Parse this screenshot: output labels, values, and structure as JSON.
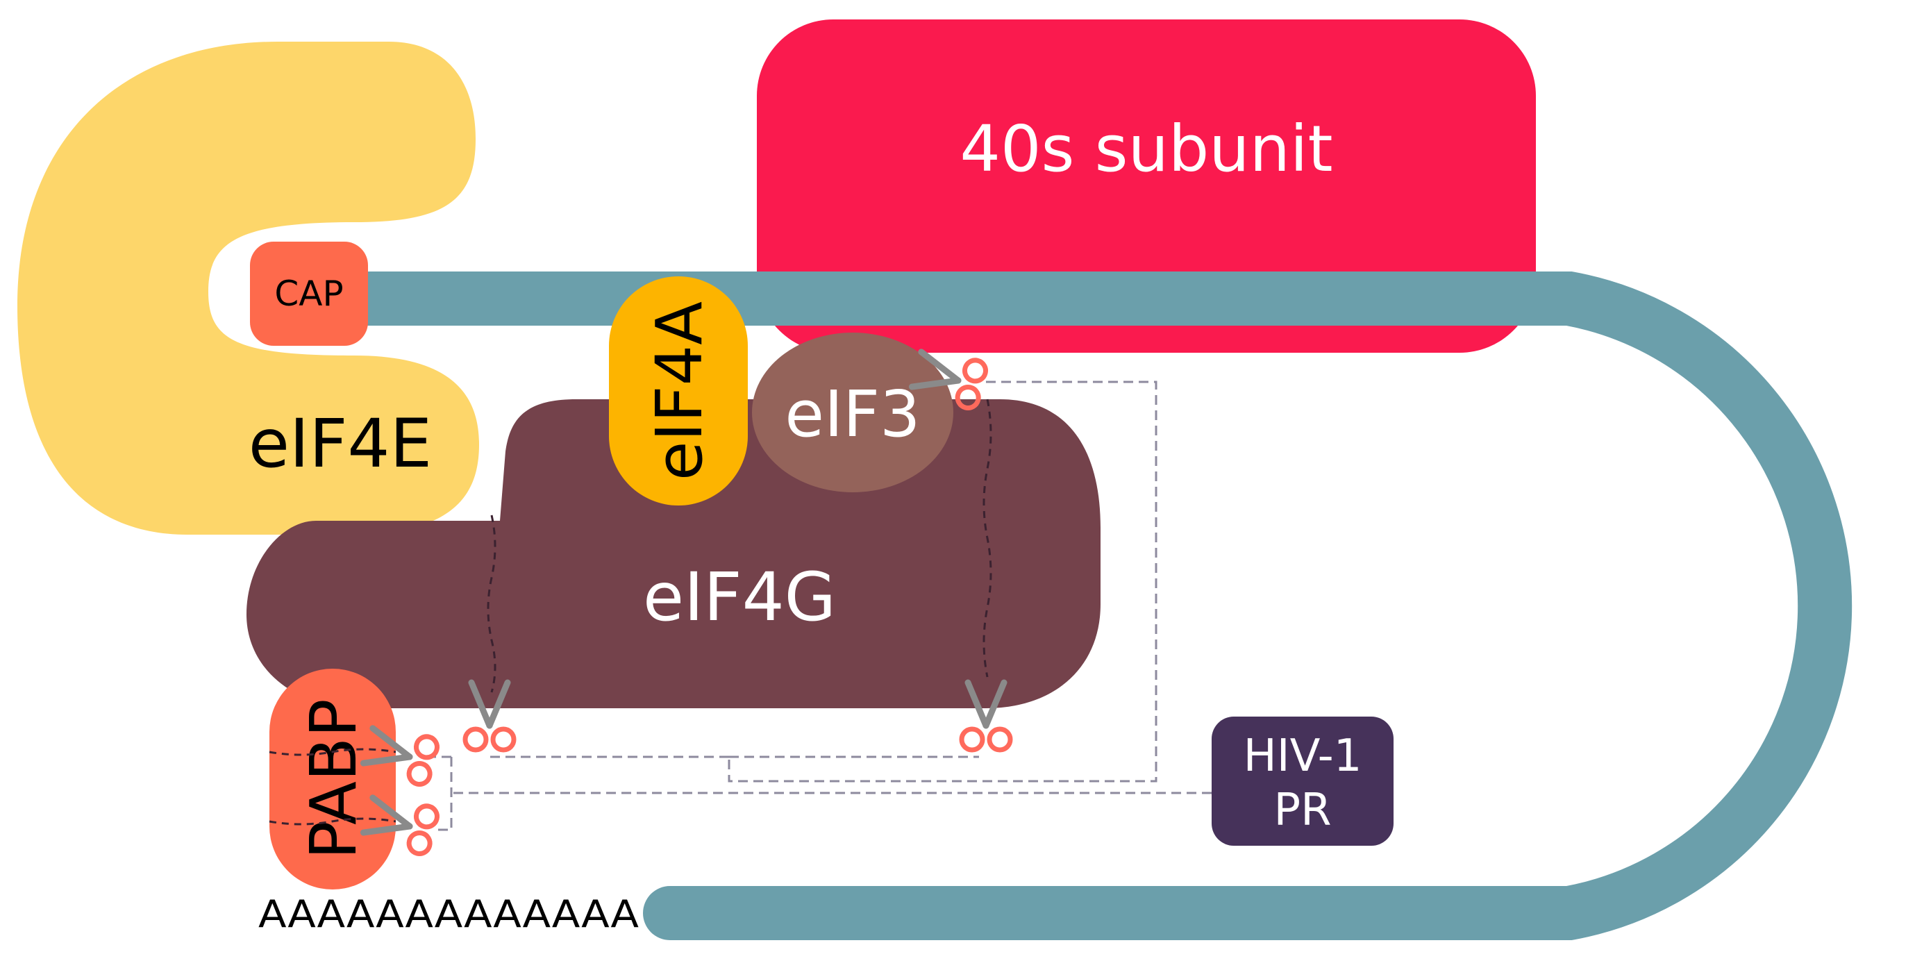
{
  "labels": {
    "subunit": "40s subunit",
    "cap": "CAP",
    "eif4e": "eIF4E",
    "eif4a": "eIF4A",
    "eif3": "eIF3",
    "eif4g": "eIF4G",
    "pabp": "PABP",
    "protease_line1": "HIV-1",
    "protease_line2": "PR",
    "poly_a": "AAAAAAAAAAAAA"
  },
  "colors": {
    "mrna": "#6b9fab",
    "subunit": "#fa1a4e",
    "eif4e": "#fdd66a",
    "cap": "#fe6a4c",
    "eif4a": "#fdb400",
    "eif3": "#94635a",
    "eif4g": "#74424b",
    "pabp": "#fe6a4c",
    "protease": "#46325a",
    "dashed": "#8d8a9e",
    "scissor_handle": "#ff6a5c",
    "scissor_blade": "#8a8a8a"
  },
  "icons": {
    "cleavage_site": "scissors-icon"
  }
}
